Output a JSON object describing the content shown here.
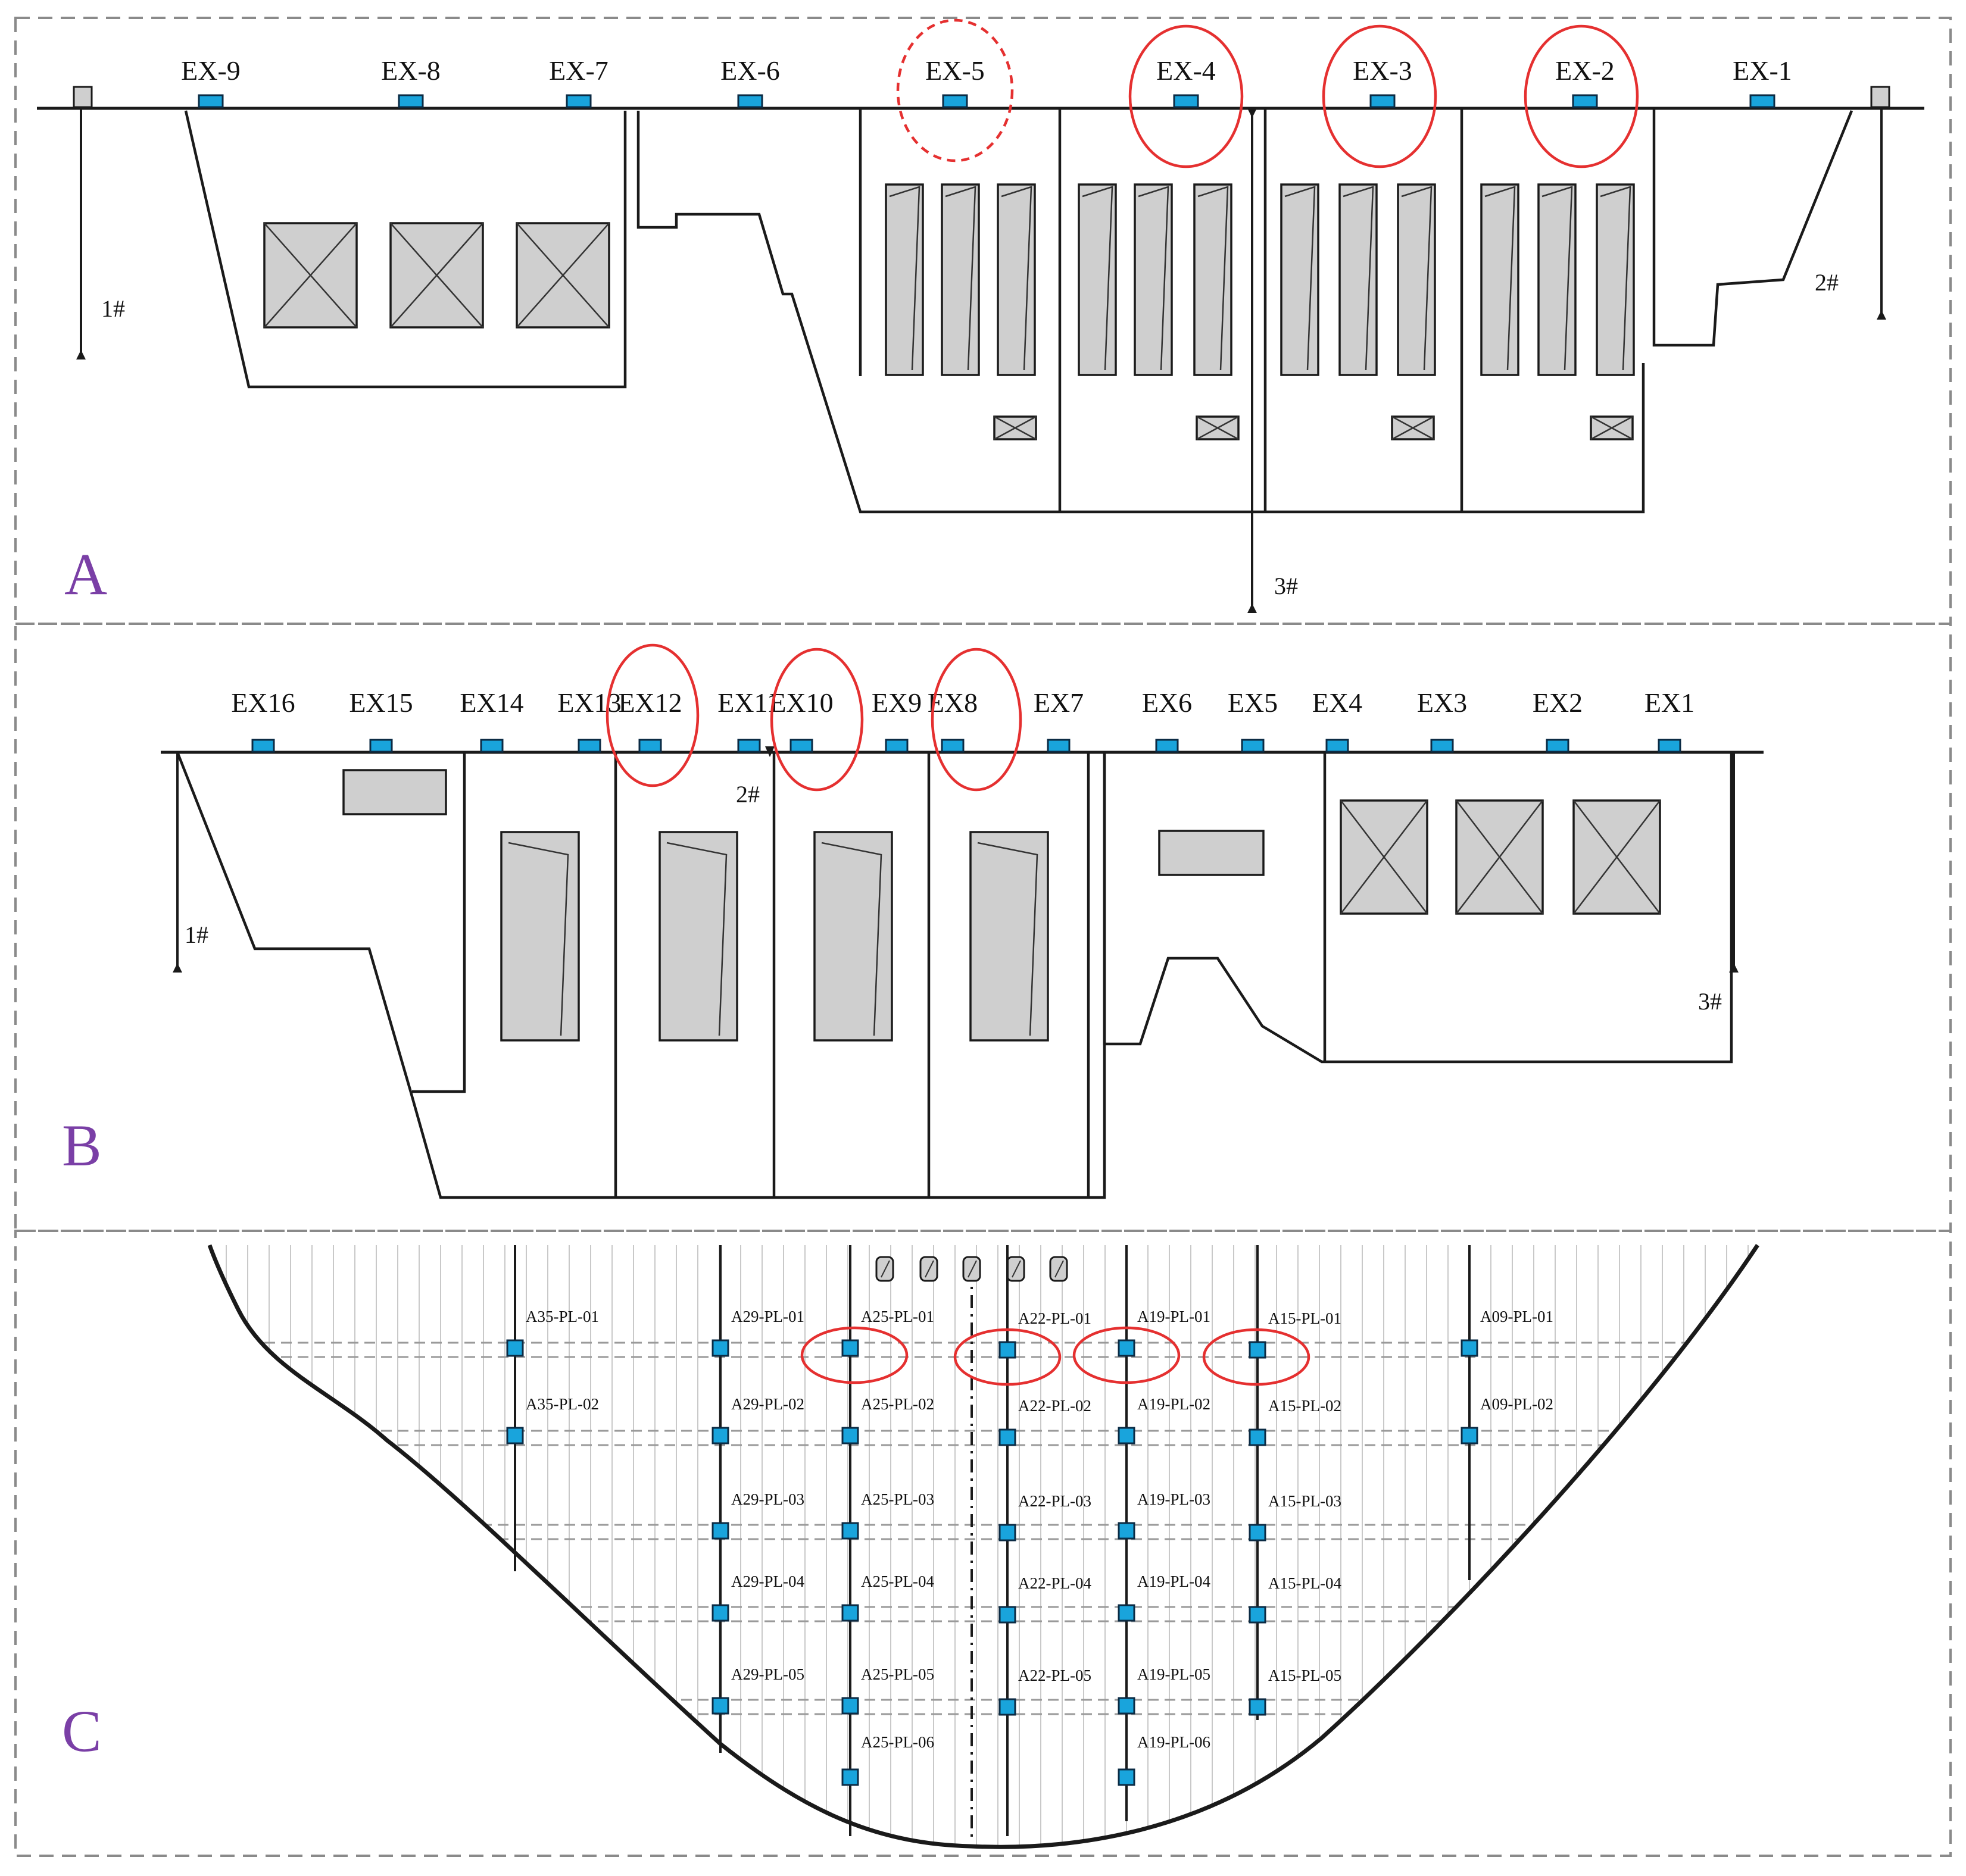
{
  "panels": {
    "A": {
      "letter": "A",
      "extensometers": [
        "EX-9",
        "EX-8",
        "EX-7",
        "EX-6",
        "EX-5",
        "EX-4",
        "EX-3",
        "EX-2",
        "EX-1"
      ],
      "highlighted": [
        "EX-4",
        "EX-3",
        "EX-2"
      ],
      "highlighted_dashed": [
        "EX-5"
      ],
      "pendulums": [
        "1#",
        "2#",
        "3#"
      ]
    },
    "B": {
      "letter": "B",
      "extensometers": [
        "EX16",
        "EX15",
        "EX14",
        "EX13",
        "EX12",
        "EX11",
        "EX10",
        "EX9",
        "EX8",
        "EX7",
        "EX6",
        "EX5",
        "EX4",
        "EX3",
        "EX2",
        "EX1"
      ],
      "highlighted": [
        "EX12",
        "EX10",
        "EX8"
      ],
      "pendulums": [
        "1#",
        "2#",
        "3#"
      ]
    },
    "C": {
      "letter": "C",
      "columns": [
        {
          "block": "A35",
          "points": [
            "A35-PL-01",
            "A35-PL-02"
          ]
        },
        {
          "block": "A29",
          "points": [
            "A29-PL-01",
            "A29-PL-02",
            "A29-PL-03",
            "A29-PL-04",
            "A29-PL-05"
          ]
        },
        {
          "block": "A25",
          "points": [
            "A25-PL-01",
            "A25-PL-02",
            "A25-PL-03",
            "A25-PL-04",
            "A25-PL-05",
            "A25-PL-06"
          ]
        },
        {
          "block": "A22",
          "points": [
            "A22-PL-01",
            "A22-PL-02",
            "A22-PL-03",
            "A22-PL-04",
            "A22-PL-05"
          ]
        },
        {
          "block": "A19",
          "points": [
            "A19-PL-01",
            "A19-PL-02",
            "A19-PL-03",
            "A19-PL-04",
            "A19-PL-05",
            "A19-PL-06"
          ]
        },
        {
          "block": "A15",
          "points": [
            "A15-PL-01",
            "A15-PL-02",
            "A15-PL-03",
            "A15-PL-04",
            "A15-PL-05"
          ]
        },
        {
          "block": "A09",
          "points": [
            "A09-PL-01",
            "A09-PL-02"
          ]
        }
      ],
      "highlighted": [
        "A25-PL-01",
        "A22-PL-01",
        "A19-PL-01",
        "A15-PL-01"
      ]
    }
  },
  "colors": {
    "sensor": "#19a4dc",
    "highlight": "#e53030",
    "panel_letter": "#7a3fa6",
    "gate_fill": "#cfcfcf"
  }
}
